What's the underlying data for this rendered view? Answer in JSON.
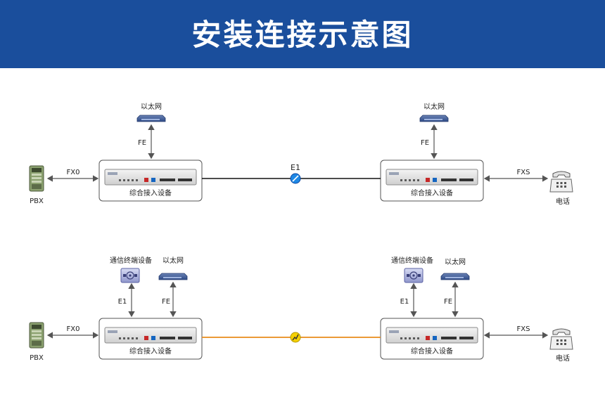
{
  "title": "安装连接示意图",
  "colors": {
    "banner": "#1a4e9c",
    "link_black": "#111111",
    "link_orange": "#e88b1a",
    "e1_badge": "#1e88e5",
    "fiber_badge": "#f5d000",
    "arrow": "#555555"
  },
  "diagram1": {
    "left_ethernet": "以太网",
    "left_fe": "FE",
    "left_fx0": "FX0",
    "left_pbx": "PBX",
    "left_device": "综合接入设备",
    "center_link": "E1",
    "right_ethernet": "以太网",
    "right_fe": "FE",
    "right_fxs": "FXS",
    "right_phone": "电话",
    "right_device": "综合接入设备"
  },
  "diagram2": {
    "left_terminal": "通信终端设备",
    "left_ethernet": "以太网",
    "left_e1": "E1",
    "left_fe": "FE",
    "left_fx0": "FX0",
    "left_pbx": "PBX",
    "left_device": "综合接入设备",
    "right_terminal": "通信终端设备",
    "right_ethernet": "以太网",
    "right_e1": "E1",
    "right_fe": "FE",
    "right_fxs": "FXS",
    "right_phone": "电话",
    "right_device": "综合接入设备"
  },
  "icons": {
    "pbx": "pbx-icon",
    "phone": "telephone-icon",
    "switch": "ethernet-switch-icon",
    "terminal": "terminal-device-icon",
    "device": "rack-device-icon",
    "e1_badge": "e1-link-icon",
    "fiber_badge": "fiber-link-icon"
  }
}
